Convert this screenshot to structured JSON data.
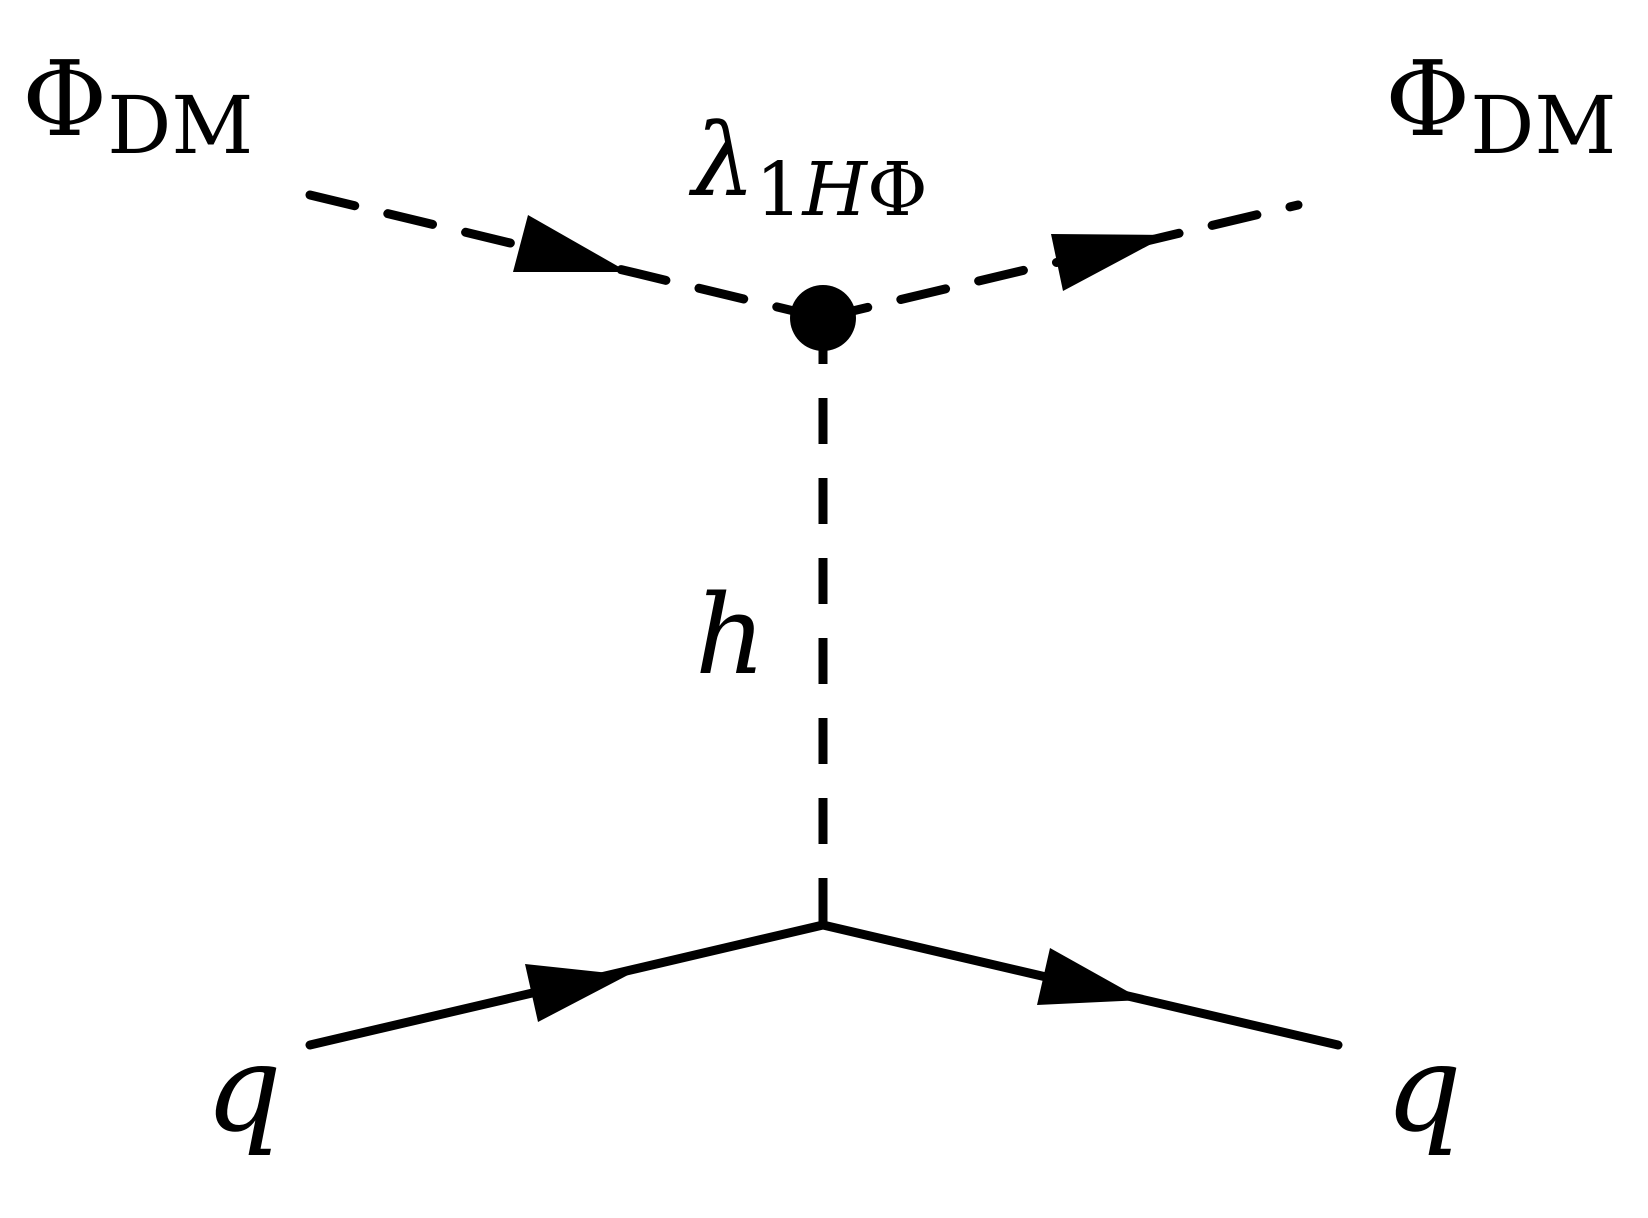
{
  "diagram": {
    "particles": {
      "dm_in": {
        "symbol": "Φ",
        "subscript": "DM"
      },
      "dm_out": {
        "symbol": "Φ",
        "subscript": "DM"
      },
      "quark_in": "q",
      "quark_out": "q",
      "mediator": "h"
    },
    "vertex_coupling": {
      "symbol": "λ",
      "subscript_digit": "1",
      "subscript_h": "H",
      "subscript_phi": "Φ"
    },
    "line_color": "#000000",
    "background": "#ffffff"
  }
}
